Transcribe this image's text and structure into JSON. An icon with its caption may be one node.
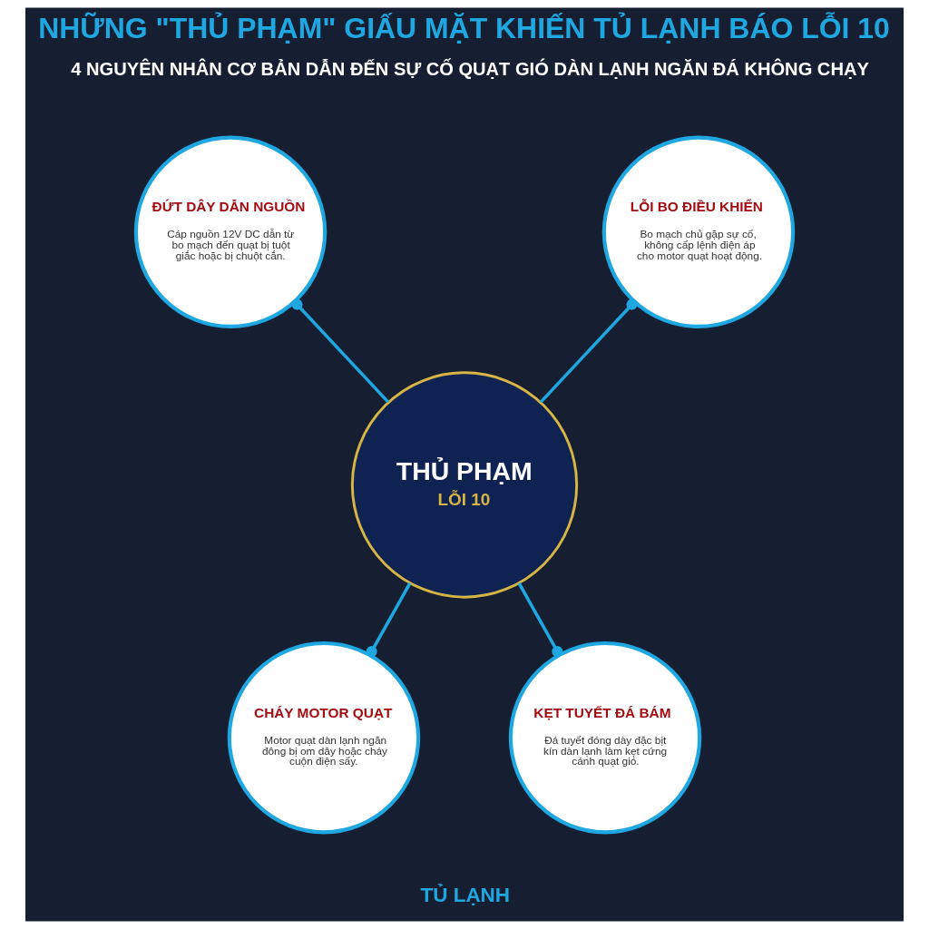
{
  "diagram": {
    "title": "NHỮNG \"THỦ PHẠM\" GIẤU MẶT KHIẾN TỦ LẠNH BÁO LỖI 10",
    "caption": "TỦ LẠNH",
    "nodes": [
      {
        "text": [
          "ĐỨT DÂY DẪN NGUỒN",
          "Cáp nguồn 12V DC dẫn từ bo mạch đến quạt bị tuột giắc hoặc bị chuột cắn."
        ]
      },
      {
        "text": [
          "LỖI BO ĐIỀU KHIỂN",
          "Bo mạch chủ gặp sự cố, không cấp lệnh điện áp cho motor quạt hoạt động."
        ]
      },
      {
        "text": [
          "THỦ PHẠM",
          "LỖI 10"
        ]
      },
      {
        "text": [
          "CHÁY MOTOR QUẠT",
          "Motor quạt dàn lạnh ngăn đông bị om dây hoặc cháy cuộn điện sấy."
        ]
      },
      {
        "text": [
          "KẸT TUYẾT ĐÁ BÁM",
          "Đá tuyết đóng dày đặc bịt kín dàn lạnh làm kẹt cứng cánh quạt gió."
        ]
      }
    ],
    "edges": [
      {
        "from": 2,
        "to": 0,
        "arrow": "other"
      },
      {
        "from": 2,
        "to": 1,
        "arrow": "other"
      },
      {
        "from": 2,
        "to": 3,
        "arrow": "other"
      },
      {
        "from": 2,
        "to": 4,
        "arrow": "other"
      }
    ],
    "labels": [
      "4 NGUYÊN NHÂN CƠ BẢN DẪN ĐẾN SỰ CỐ QUẠT GIÓ DÀN LẠNH NGĂN ĐÁ KHÔNG CHẠY"
    ]
  }
}
